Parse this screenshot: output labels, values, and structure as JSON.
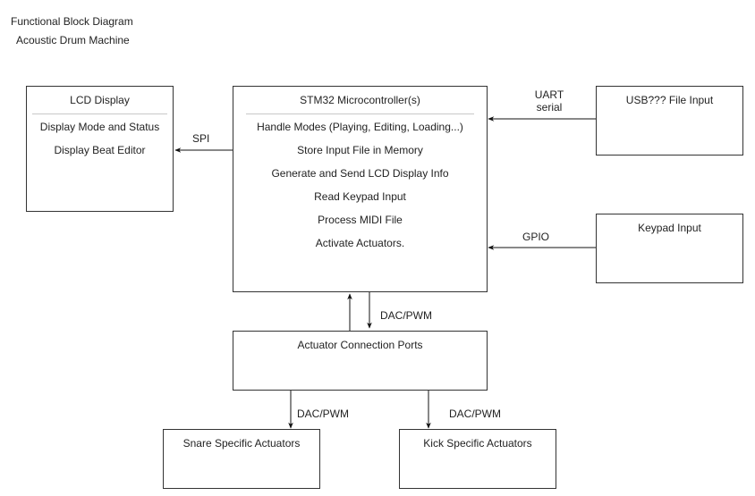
{
  "diagram": {
    "title": "Functional Block Diagram",
    "subtitle": "Acoustic Drum Machine",
    "blocks": {
      "lcd": {
        "title": "LCD Display",
        "items": [
          "Display Mode and Status",
          "Display Beat Editor"
        ]
      },
      "mcu": {
        "title": "STM32 Microcontroller(s)",
        "items": [
          "Handle Modes (Playing, Editing, Loading...)",
          "Store Input File in Memory",
          "Generate and Send LCD Display Info",
          "Read Keypad Input",
          "Process MIDI File",
          "Activate Actuators."
        ]
      },
      "usb": {
        "title": "USB??? File Input"
      },
      "keypad": {
        "title": "Keypad Input"
      },
      "ports": {
        "title": "Actuator Connection Ports"
      },
      "snare": {
        "title": "Snare Specific Actuators"
      },
      "kick": {
        "title": "Kick Specific Actuators"
      }
    },
    "connections": {
      "spi": "SPI",
      "uart_line1": "UART",
      "uart_line2": "serial",
      "gpio": "GPIO",
      "mcu_ports": "DAC/PWM",
      "ports_snare": "DAC/PWM",
      "ports_kick": "DAC/PWM"
    }
  }
}
